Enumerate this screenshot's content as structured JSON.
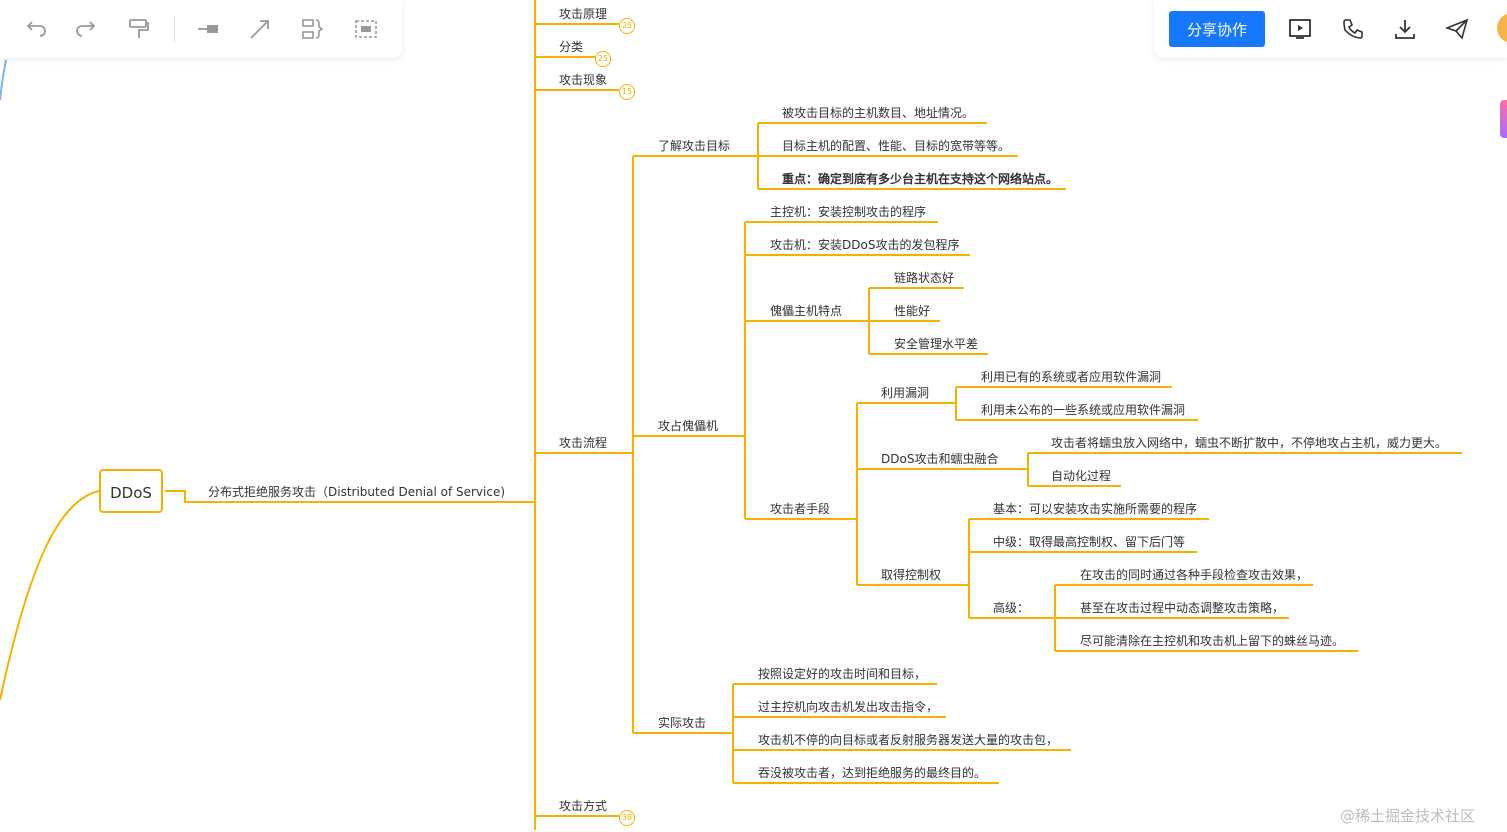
{
  "toolbar": {
    "icons": [
      "undo-icon",
      "redo-icon",
      "format-painter-icon",
      "connector-icon",
      "arrow-icon",
      "summary-icon",
      "boundary-icon"
    ]
  },
  "header": {
    "share_label": "分享协作",
    "icons": [
      "present-icon",
      "phone-icon",
      "download-icon",
      "send-icon"
    ]
  },
  "mindmap": {
    "root": "DDoS",
    "level1": "分布式拒绝服务攻击（Distributed Denial of Service)",
    "branches": {
      "attack_principle": "攻击原理",
      "attack_principle_count": "25",
      "category": "分类",
      "category_count": "25",
      "phenomenon": "攻击现象",
      "phenomenon_count": "15",
      "process": "攻击流程",
      "method": "攻击方式",
      "method_count": "38"
    },
    "process": {
      "know_target": "了解攻击目标",
      "know_target_items": [
        "被攻击目标的主机数目、地址情况。",
        "目标主机的配置、性能、目标的宽带等等。",
        "重点：确定到底有多少台主机在支持这个网络站点。"
      ],
      "occupy": "攻占傀儡机",
      "master": "主控机：安装控制攻击的程序",
      "attacker_machine": "攻击机：安装DDoS攻击的发包程序",
      "zombie_features": "傀儡主机特点",
      "zombie_feature_items": [
        "链路状态好",
        "性能好",
        "安全管理水平差"
      ],
      "means": "攻击者手段",
      "exploit": "利用漏洞",
      "exploit_items": [
        "利用已有的系统或者应用软件漏洞",
        "利用未公布的一些系统或应用软件漏洞"
      ],
      "worm": "DDoS攻击和蠕虫融合",
      "worm_items": [
        "攻击者将蠕虫放入网络中，蠕虫不断扩散中，不停地攻占主机，威力更大。",
        "自动化过程"
      ],
      "control": "取得控制权",
      "control_basic": "基本：可以安装攻击实施所需要的程序",
      "control_mid": "中级：取得最高控制权、留下后门等",
      "control_adv": "高级：",
      "control_adv_items": [
        "在攻击的同时通过各种手段检查攻击效果，",
        "甚至在攻击过程中动态调整攻击策略，",
        "尽可能清除在主控机和攻击机上留下的蛛丝马迹。"
      ],
      "actual": "实际攻击",
      "actual_items": [
        "按照设定好的攻击时间和目标，",
        "过主控机向攻击机发出攻击指令，",
        "攻击机不停的向目标或者反射服务器发送大量的攻击包，",
        "吞没被攻击者，达到拒绝服务的最终目的。"
      ]
    },
    "line_color": "#f5b300"
  },
  "watermark": "@稀土掘金技术社区"
}
